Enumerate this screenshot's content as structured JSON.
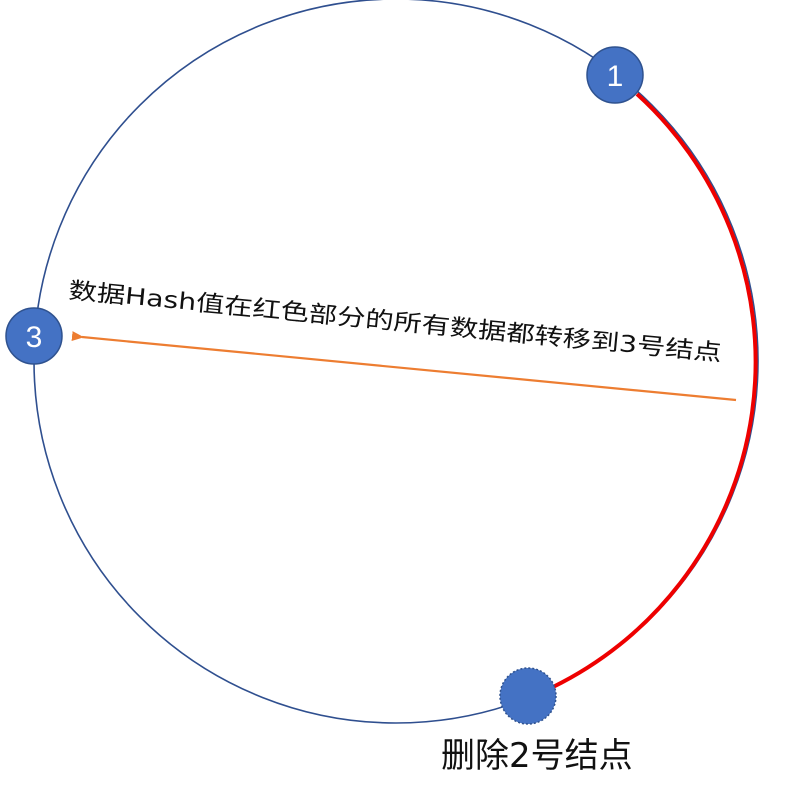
{
  "diagram": {
    "nodes": [
      {
        "id": "node1",
        "label": "1",
        "color": "#4472c4",
        "stroke": "#2f528f"
      },
      {
        "id": "node3",
        "label": "3",
        "color": "#4472c4",
        "stroke": "#2f528f"
      },
      {
        "id": "node2",
        "label": "",
        "color": "#4472c4",
        "stroke": "#2f528f",
        "state": "deleted"
      }
    ],
    "ring_color": "#2f4f8f",
    "highlight_arc_color": "#ee0000",
    "arrow_color": "#ed7d31",
    "arrow_label": "数据Hash值在红色部分的所有数据都转移到3号结点",
    "caption": "删除2号结点"
  }
}
